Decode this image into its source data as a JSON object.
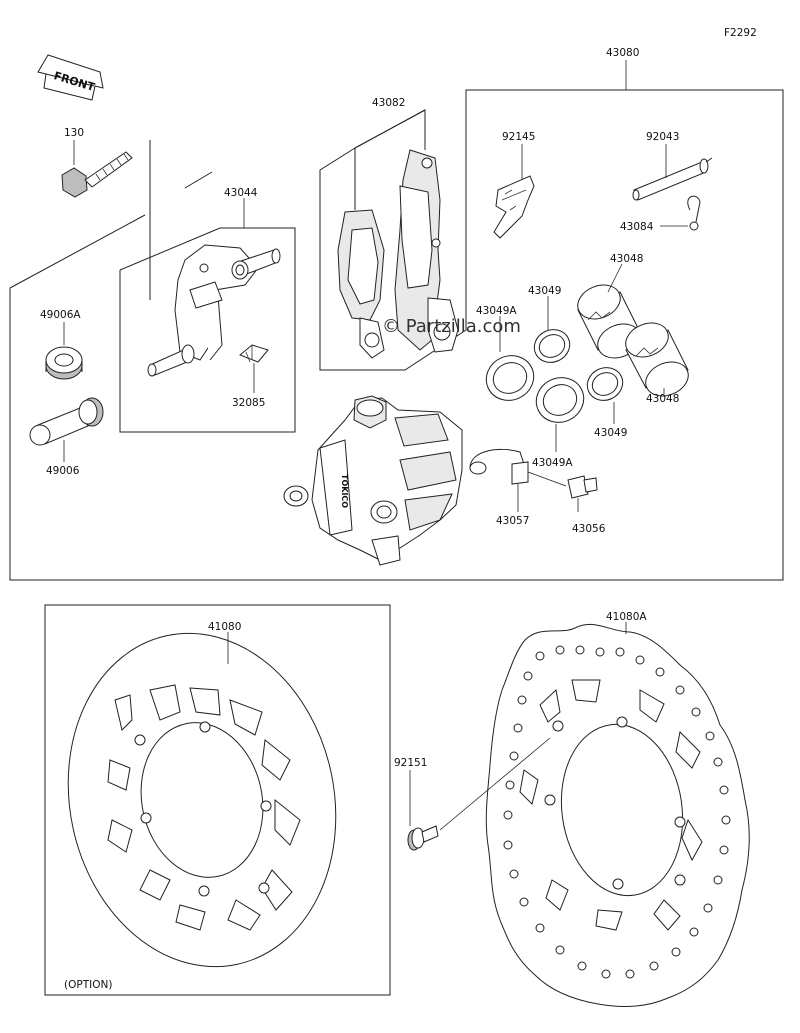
{
  "figure_code": "F2292",
  "front_label": "FRONT",
  "watermark": "© Partzilla.com",
  "option_note": "(OPTION)",
  "parts": {
    "p43080": "43080",
    "p43082": "43082",
    "p130": "130",
    "p43044": "43044",
    "p92145": "92145",
    "p92043": "92043",
    "p43084": "43084",
    "p43048a": "43048",
    "p43049a": "43049",
    "p43049Aa": "43049A",
    "p49006A": "49006A",
    "p49006": "49006",
    "p32085": "32085",
    "p43048b": "43048",
    "p43049b": "43049",
    "p43049Ab": "43049A",
    "p43057": "43057",
    "p43056": "43056",
    "p41080": "41080",
    "p41080A": "41080A",
    "p92151": "92151"
  },
  "colors": {
    "line": "#222222",
    "background": "#ffffff"
  }
}
